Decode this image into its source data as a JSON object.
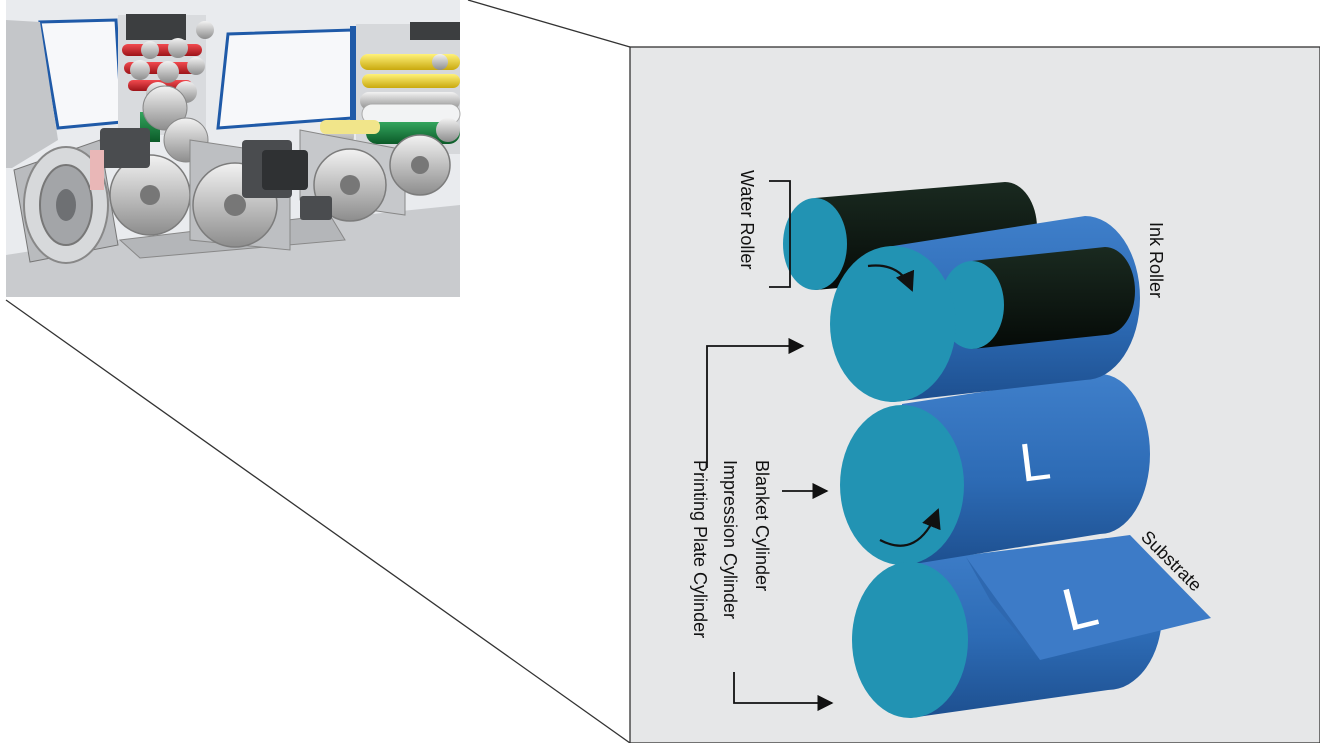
{
  "labels": {
    "water_roller": "Water Roller",
    "ink_roller": "Ink Roller",
    "blanket_cylinder": "Blanket Cylinder",
    "impression_cylinder": "Impression Cylinder",
    "printing_plate_cylinder": "Printing Plate Cylinder",
    "substrate": "Substrate"
  },
  "image_marks": {
    "blanket": "L",
    "substrate": "L"
  },
  "colors": {
    "panel_background": "#e6e7e8",
    "cylinder_face": "#2293b3",
    "cylinder_body": "#2f6fb8",
    "roller_body": "#0d1a12",
    "substrate": "#3d7bc7",
    "press_ink_red": "#d8232a",
    "press_ink_yellow": "#f2d51b",
    "press_ink_green": "#13843d",
    "press_frame_blue": "#1f5aa8"
  }
}
